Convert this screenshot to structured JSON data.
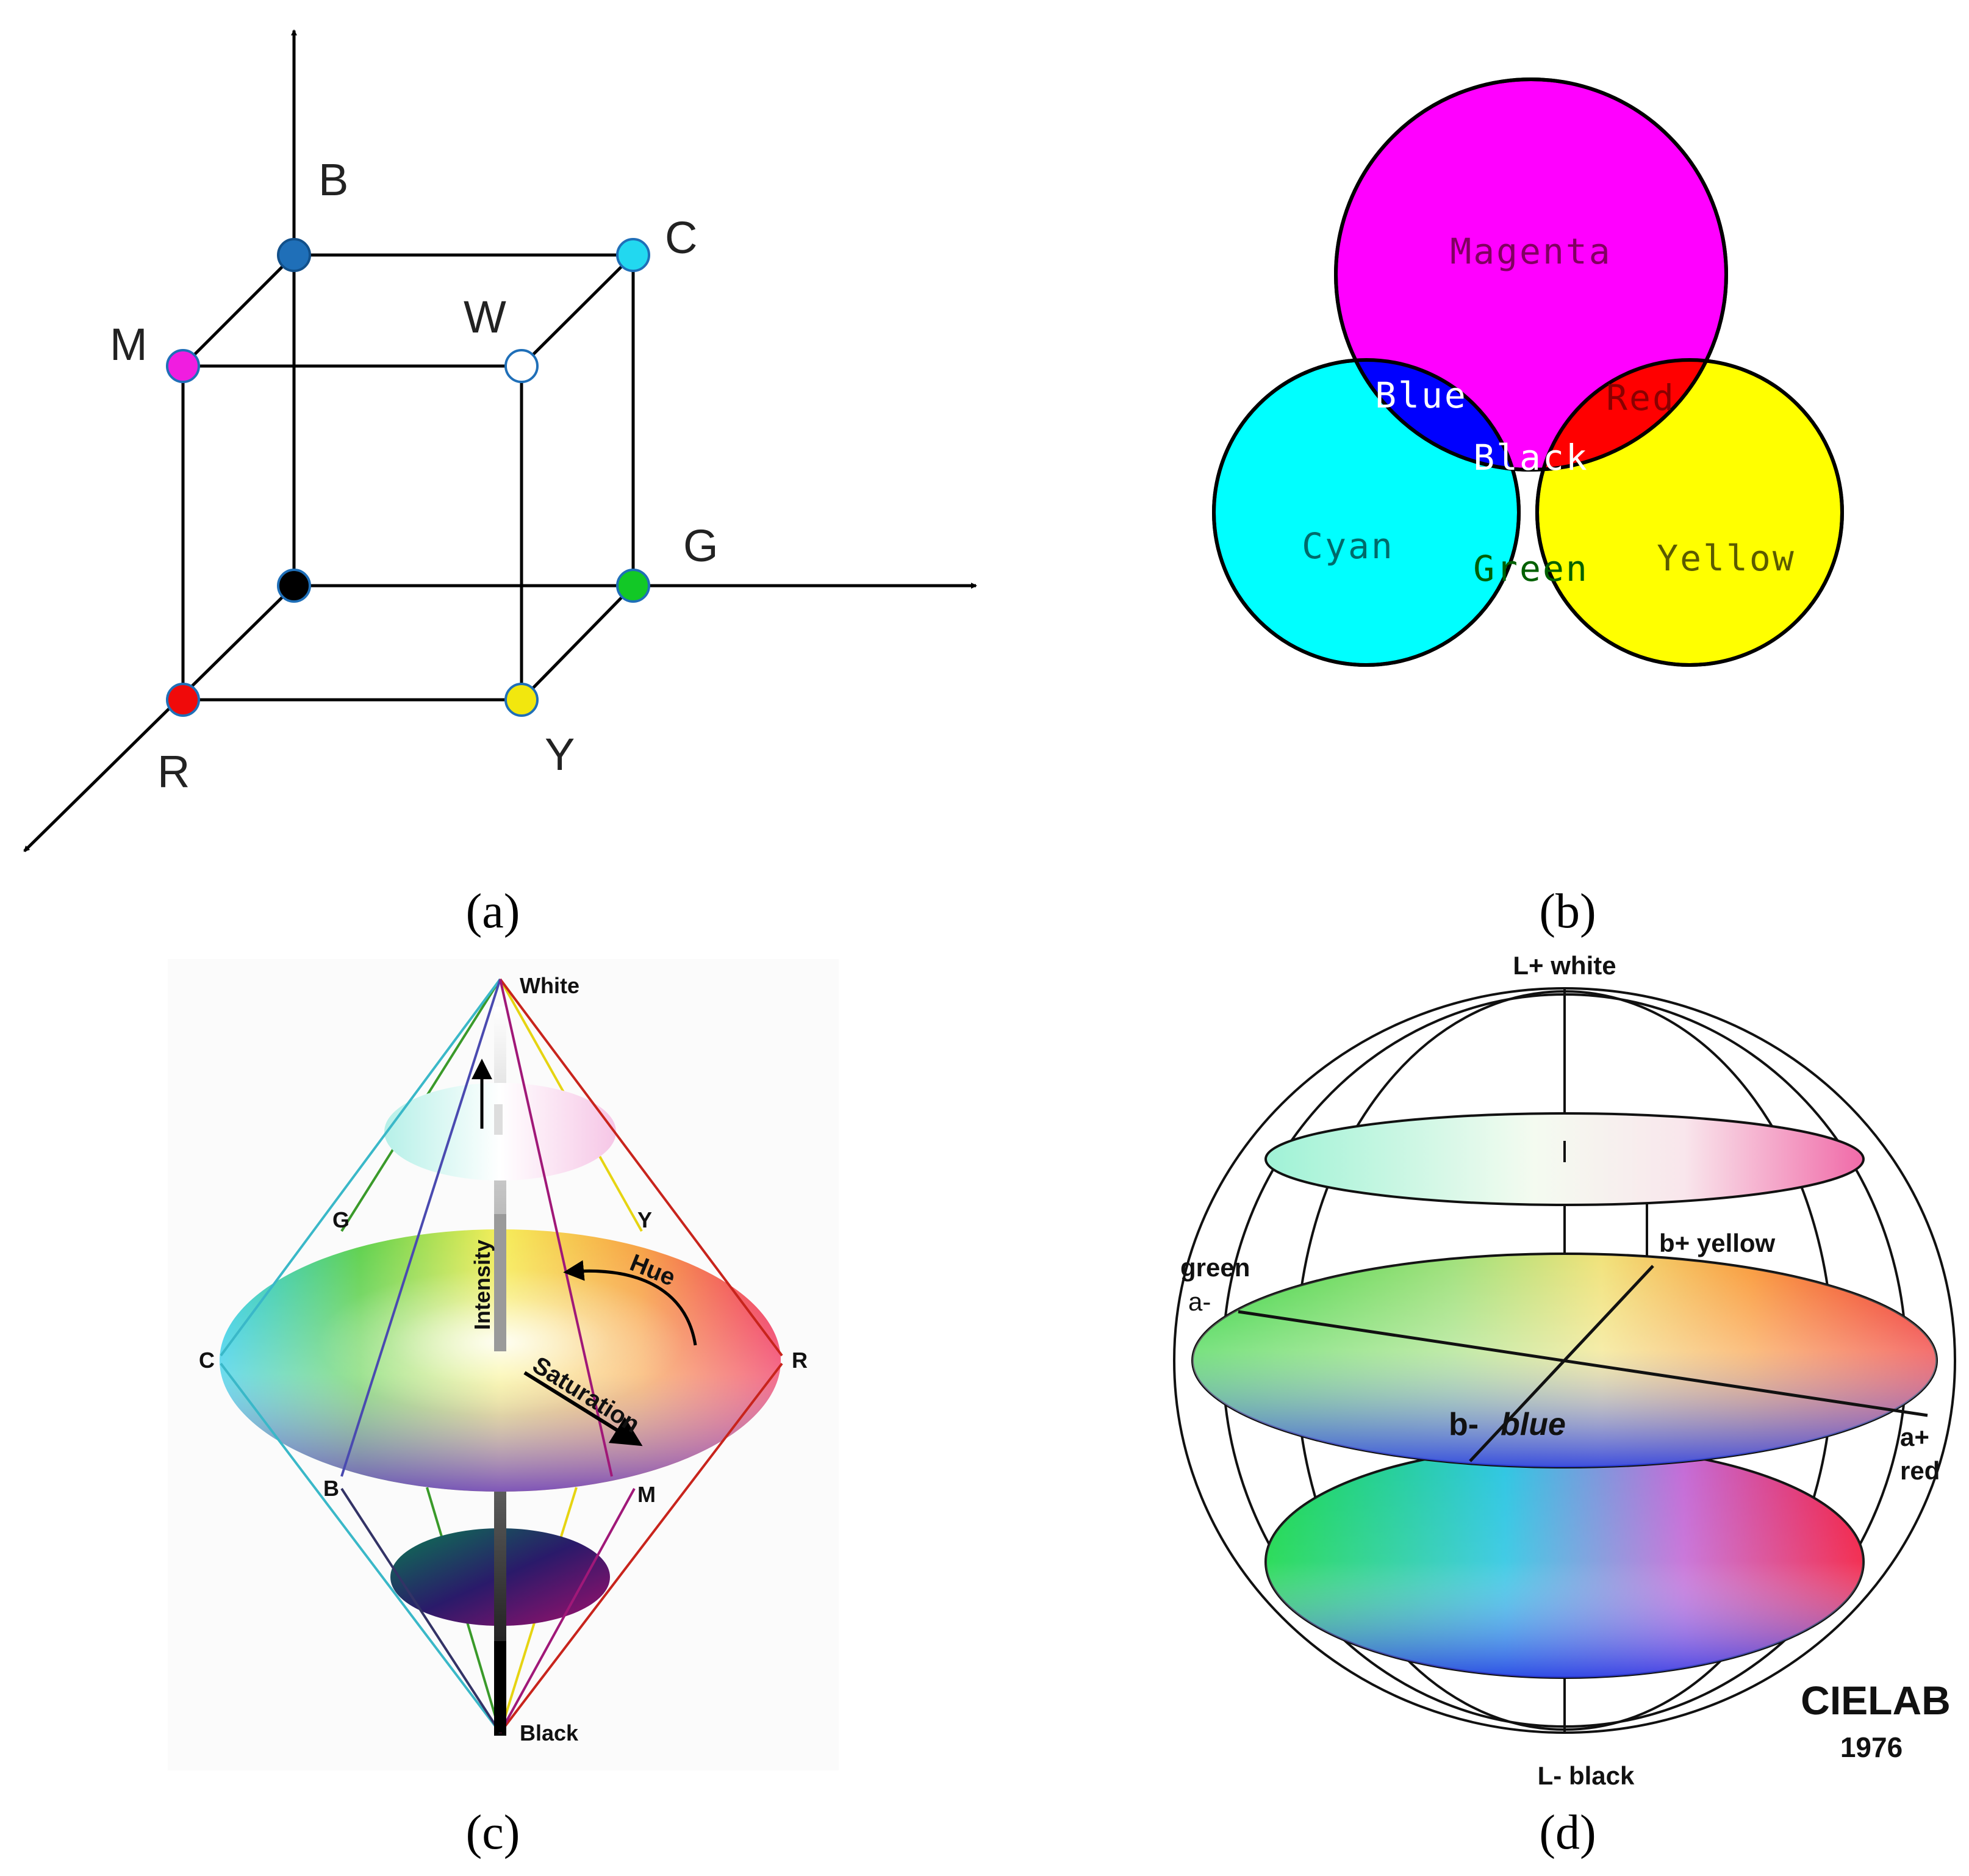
{
  "panel_a": {
    "labels": {
      "B": "B",
      "C": "C",
      "M": "M",
      "W": "W",
      "G": "G",
      "R": "R",
      "Y": "Y"
    },
    "colors": {
      "blue": "#1f6fb8",
      "cyan": "#22d8f0",
      "magenta": "#f01de0",
      "white": "#ffffff",
      "black": "#000000",
      "green": "#12c826",
      "red": "#f00a0a",
      "yellow": "#f2e70e"
    },
    "caption": "(a)"
  },
  "panel_b": {
    "labels": {
      "magenta": "Magenta",
      "cyan": "Cyan",
      "yellow": "Yellow",
      "blue": "Blue",
      "red": "Red",
      "green": "Green",
      "black": "Black"
    },
    "colors": {
      "magenta": "#ff00ff",
      "cyan": "#00ffff",
      "yellow": "#ffff00",
      "blue": "#0000ff",
      "red": "#ff0000",
      "green": "#00ff00",
      "black": "#000000"
    },
    "caption": "(b)"
  },
  "panel_c": {
    "labels": {
      "white": "White",
      "black": "Black",
      "g": "G",
      "y": "Y",
      "c": "C",
      "r": "R",
      "b": "B",
      "m": "M",
      "intensity": "Intensity",
      "hue": "Hue",
      "saturation": "Saturation"
    },
    "caption": "(c)"
  },
  "panel_d": {
    "labels": {
      "l_plus": "L+ white",
      "l_minus": "L- black",
      "b_plus": "b+ yellow",
      "green": "green",
      "a_minus": "a-",
      "b_minus": "b-",
      "blue": "blue",
      "a_plus": "a+",
      "red": "red",
      "title": "CIELAB",
      "year": "1976"
    },
    "caption": "(d)"
  }
}
